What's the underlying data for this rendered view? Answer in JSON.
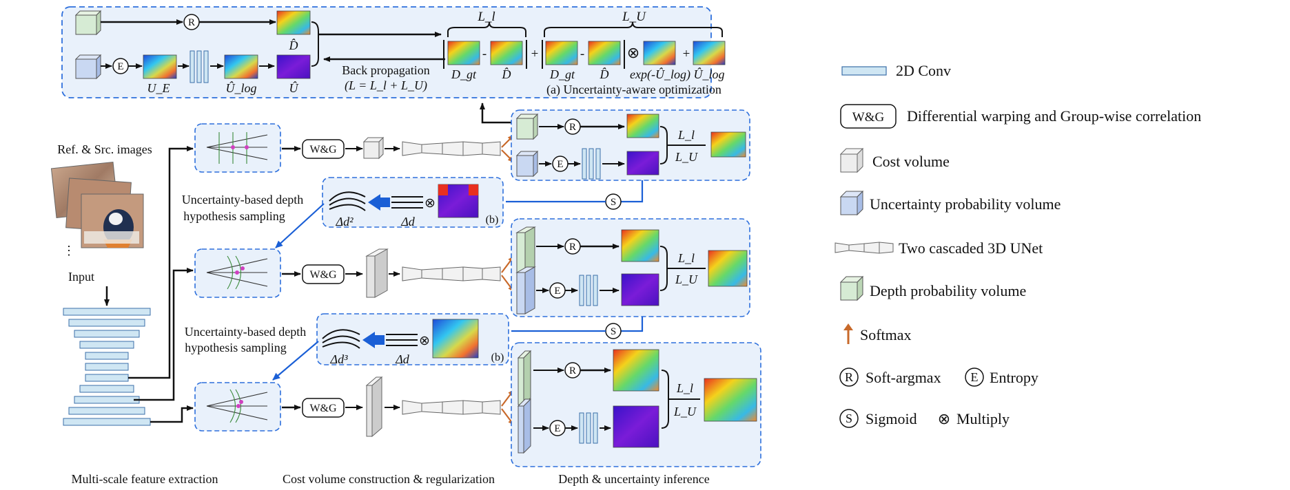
{
  "opt": {
    "d_hat": "D̂",
    "u_e": "U_E",
    "u_log_hat": "Û_log",
    "u_hat": "Û",
    "back_prop": "Back propagation",
    "back_prop_eq": "(L = L_l + L_U)",
    "l_l": "L_l",
    "l_u": "L_U",
    "d_gt": "D_gt",
    "d_hat_2": "D̂",
    "exp_term": "exp(-Û_log)",
    "u_log_hat_2": "Û_log",
    "caption": "(a) Uncertainty-aware optimization",
    "minus": "-",
    "plus": "+",
    "times": "⊗"
  },
  "ops": {
    "r": "R",
    "e": "E",
    "s": "S",
    "wg": "W&G"
  },
  "left": {
    "ref_src": "Ref. & Src. images",
    "ellipsis": "⋮",
    "input": "Input",
    "sampling_line1": "Uncertainty-based depth",
    "sampling_line2": "hypothesis sampling",
    "delta_d2": "Δd²",
    "delta_d3": "Δd³",
    "delta_d": "Δd",
    "b_label": "(b)"
  },
  "captions": {
    "multiscale": "Multi-scale feature extraction",
    "cost_volume": "Cost volume construction & regularization",
    "depth_unc": "Depth & uncertainty inference"
  },
  "legend": [
    {
      "name": "2d-conv",
      "label": "2D Conv"
    },
    {
      "name": "wg",
      "label": "Differential warping and Group-wise correlation"
    },
    {
      "name": "cost-volume",
      "label": "Cost volume"
    },
    {
      "name": "uncertainty-volume",
      "label": "Uncertainty probability volume"
    },
    {
      "name": "unet",
      "label": "Two cascaded 3D UNet"
    },
    {
      "name": "depth-volume",
      "label": "Depth probability volume"
    },
    {
      "name": "softmax",
      "label": "Softmax"
    },
    {
      "name": "soft-argmax",
      "label": "Soft-argmax"
    },
    {
      "name": "entropy",
      "label": "Entropy"
    },
    {
      "name": "sigmoid",
      "label": "Sigmoid"
    },
    {
      "name": "multiply",
      "label": "Multiply"
    }
  ],
  "colors": {
    "panel_bg": "#e9f1fb",
    "panel_border": "#2d6fdc",
    "arrow_blue": "#1a5fd6",
    "softmax_orange": "#c8692a",
    "depth_green": "#d6ebd4",
    "unc_blue": "#c9d8f2",
    "conv_blue": "#cfe6f3"
  }
}
